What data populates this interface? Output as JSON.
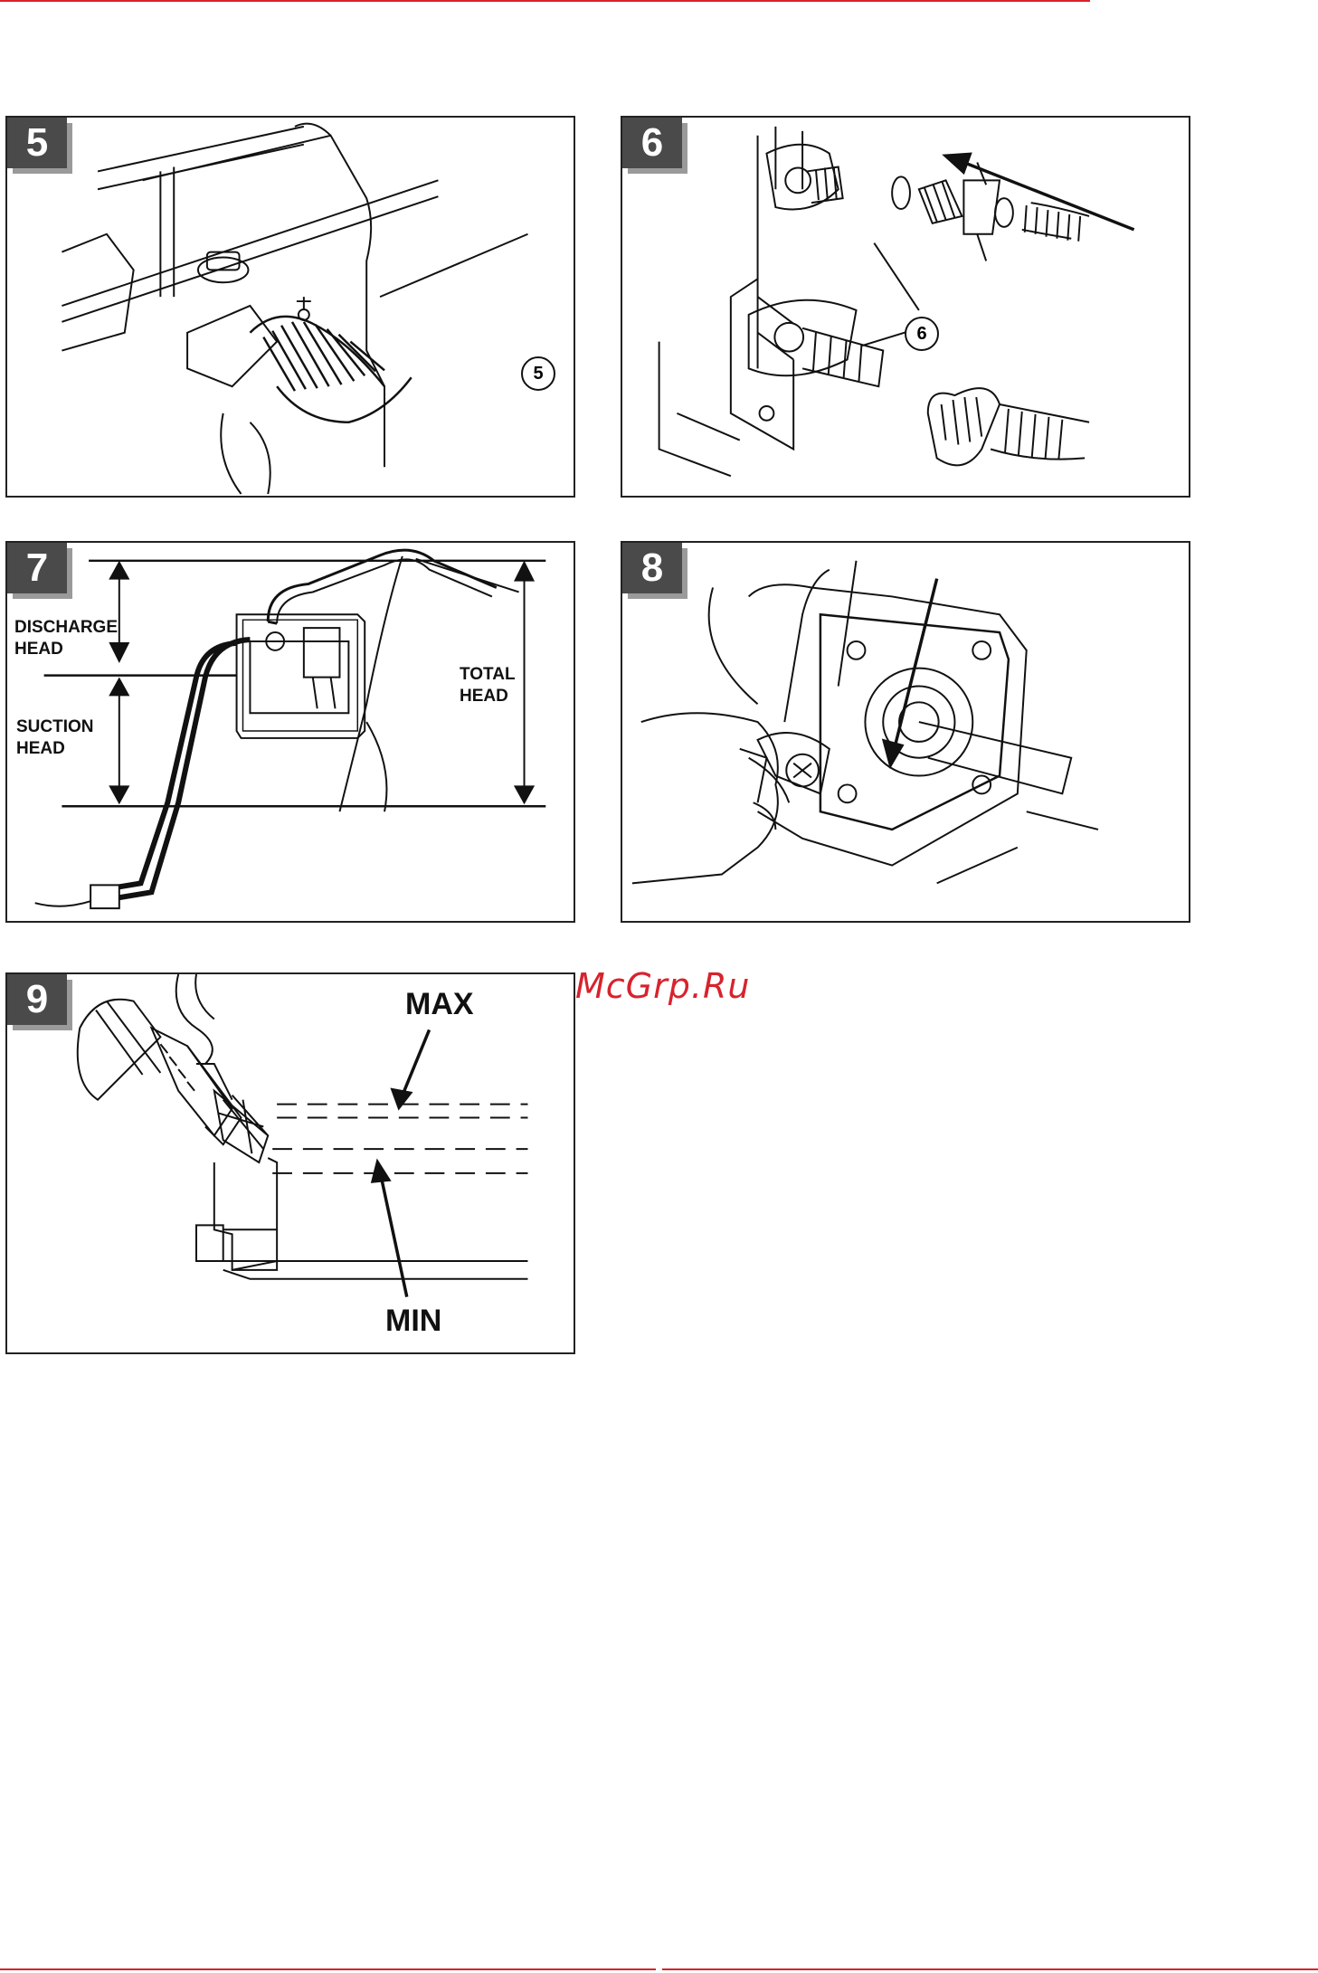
{
  "figures": [
    {
      "number": "5",
      "callout": "5"
    },
    {
      "number": "6",
      "callout": "6"
    },
    {
      "number": "7",
      "labels": {
        "discharge": "DISCHARGE\nHEAD",
        "suction": "SUCTION\nHEAD",
        "total": "TOTAL\nHEAD"
      }
    },
    {
      "number": "8"
    },
    {
      "number": "9",
      "labels": {
        "max": "MAX",
        "min": "MIN"
      }
    }
  ],
  "watermark": "McGrp.Ru",
  "colors": {
    "accent": "#d7232d",
    "badge": "#4a4a4a"
  }
}
